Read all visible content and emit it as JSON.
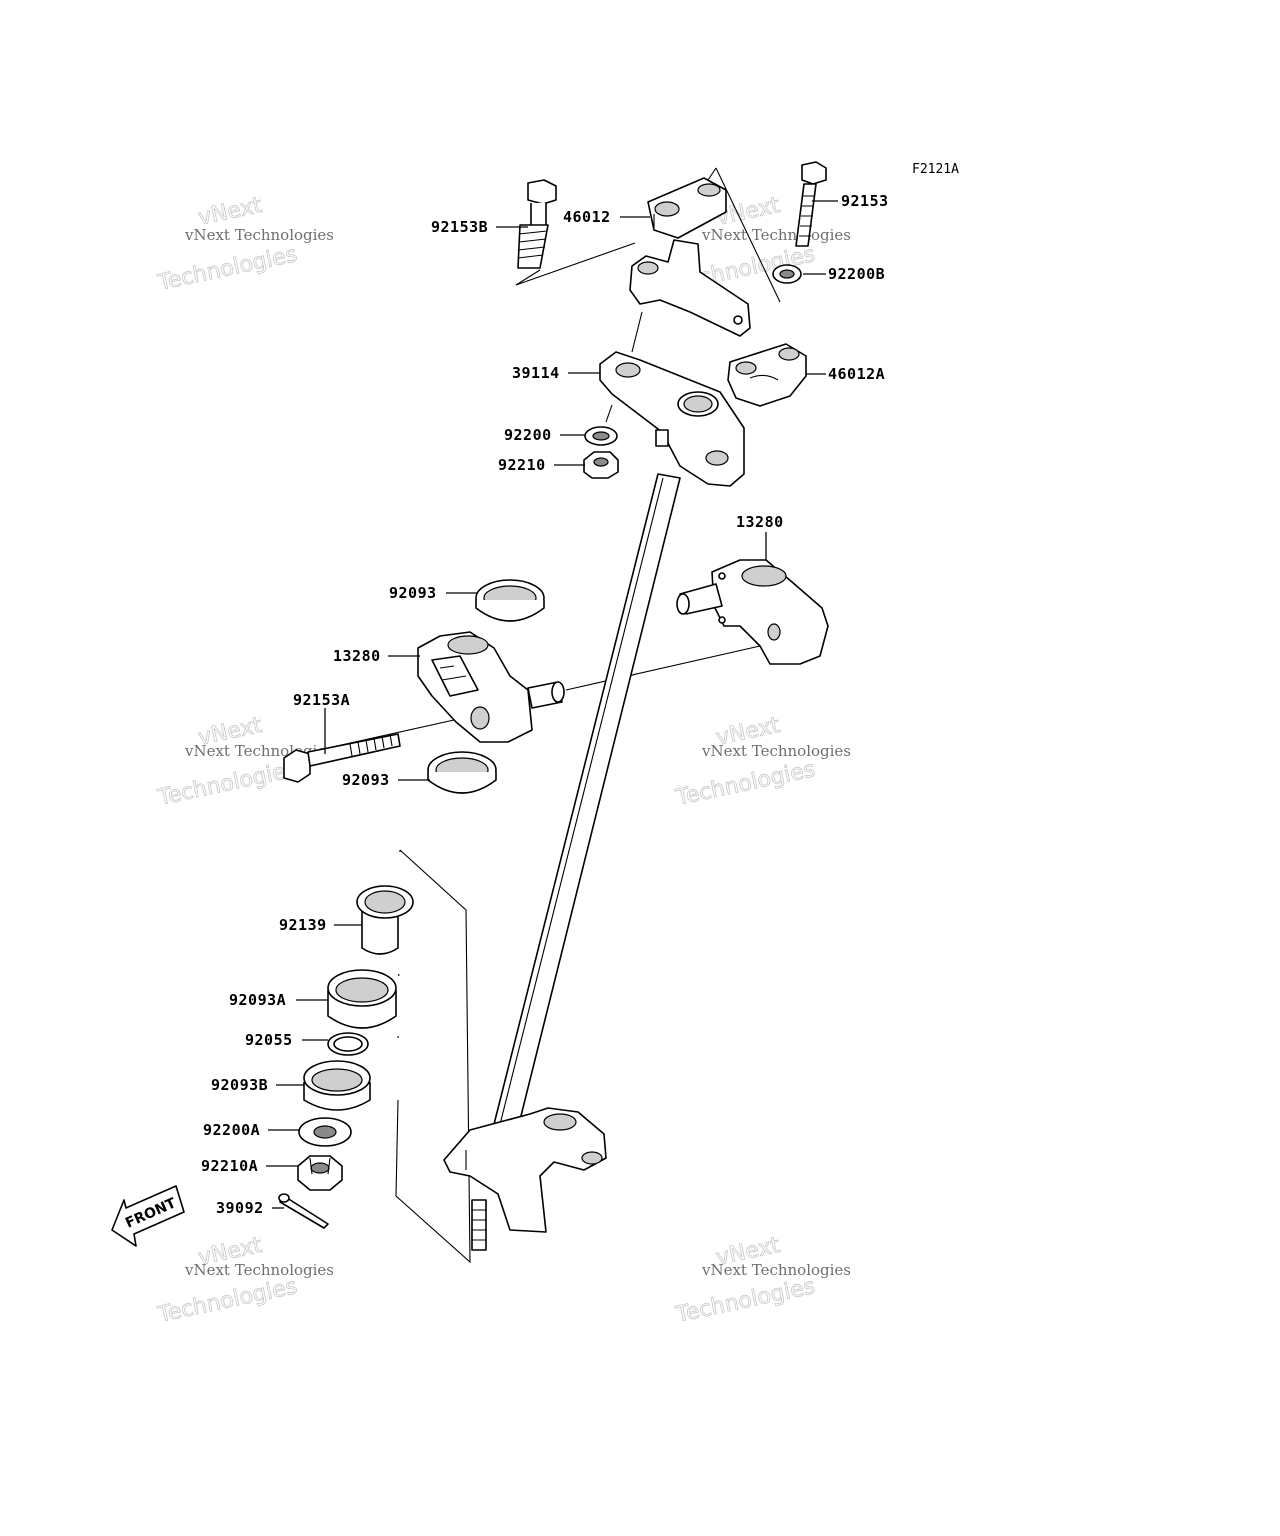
{
  "figure_code": "F2121A",
  "watermark": {
    "line1": "vNext",
    "line2": "vNext Technologies",
    "line3": "Technologies"
  },
  "front_label": "FRONT",
  "parts": [
    {
      "id": "p-92153B",
      "label": "92153B"
    },
    {
      "id": "p-46012",
      "label": "46012"
    },
    {
      "id": "p-92153",
      "label": "92153"
    },
    {
      "id": "p-92200B",
      "label": "92200B"
    },
    {
      "id": "p-39114",
      "label": "39114"
    },
    {
      "id": "p-46012A",
      "label": "46012A"
    },
    {
      "id": "p-92200",
      "label": "92200"
    },
    {
      "id": "p-92210",
      "label": "92210"
    },
    {
      "id": "p-13280-right",
      "label": "13280"
    },
    {
      "id": "p-92093-top",
      "label": "92093"
    },
    {
      "id": "p-13280-left",
      "label": "13280"
    },
    {
      "id": "p-92153A",
      "label": "92153A"
    },
    {
      "id": "p-92093-bottom",
      "label": "92093"
    },
    {
      "id": "p-92139",
      "label": "92139"
    },
    {
      "id": "p-92093A",
      "label": "92093A"
    },
    {
      "id": "p-92055",
      "label": "92055"
    },
    {
      "id": "p-92093B",
      "label": "92093B"
    },
    {
      "id": "p-92200A",
      "label": "92200A"
    },
    {
      "id": "p-92210A",
      "label": "92210A"
    },
    {
      "id": "p-39092",
      "label": "39092"
    }
  ]
}
